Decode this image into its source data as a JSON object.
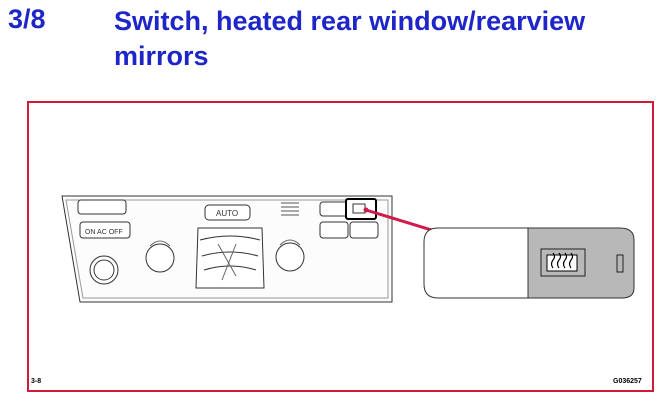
{
  "header": {
    "section_number": "3/8",
    "title": "Switch, heated rear window/rearview mirrors"
  },
  "figure": {
    "labels": {
      "auto": "AUTO",
      "ac": "ON AC OFF"
    },
    "page_ref": "3-8",
    "image_id": "G036257",
    "colors": {
      "title": "#1f26c8",
      "frame": "#d11a3a",
      "callout": "#d01a4a",
      "button_gray": "#b8b8b8"
    },
    "icons": [
      "rear-defrost-icon",
      "fan-icon",
      "air-direction-icon"
    ]
  }
}
